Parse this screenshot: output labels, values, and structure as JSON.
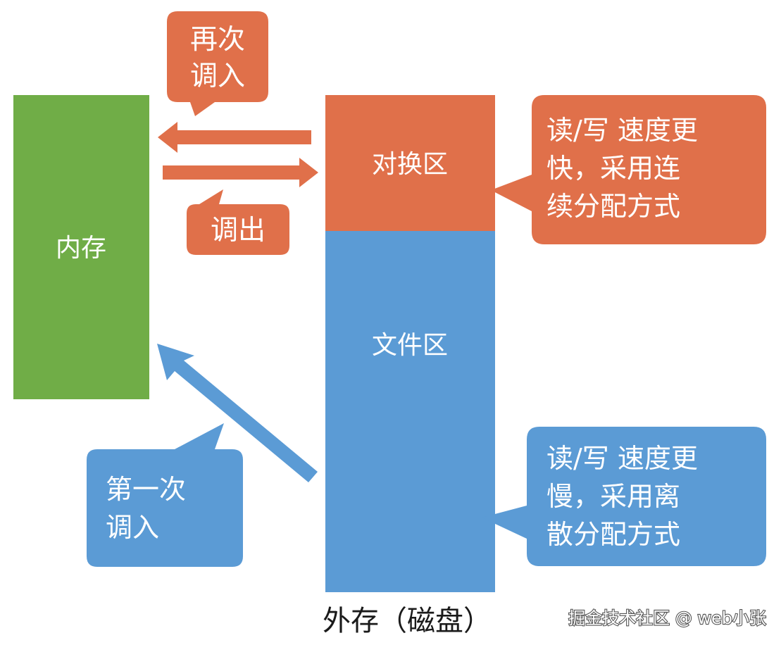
{
  "colors": {
    "memory_green": "#70AD47",
    "swap_orange": "#E0704A",
    "file_blue": "#5B9BD5",
    "callout_orange": "#E0704A",
    "callout_blue": "#5B9BD5",
    "text_white": "#FFFFFF",
    "caption_dark": "#1A1A1A"
  },
  "memory": {
    "label": "内存"
  },
  "external_storage": {
    "swap_area_label": "对换区",
    "file_area_label": "文件区",
    "caption": "外存（磁盘）"
  },
  "callouts": {
    "swap_in_again": {
      "lines": [
        "再次",
        "调入"
      ]
    },
    "swap_out": {
      "lines": [
        "调出"
      ]
    },
    "first_load": {
      "lines": [
        "第一次",
        "调入"
      ]
    },
    "swap_area_note": {
      "lines": [
        "读/写 速度更",
        "快，采用连",
        "续分配方式"
      ]
    },
    "file_area_note": {
      "lines": [
        "读/写 速度更",
        "慢，采用离",
        "散分配方式"
      ]
    }
  },
  "watermark": {
    "text": "掘金技术社区 @ web小张"
  }
}
